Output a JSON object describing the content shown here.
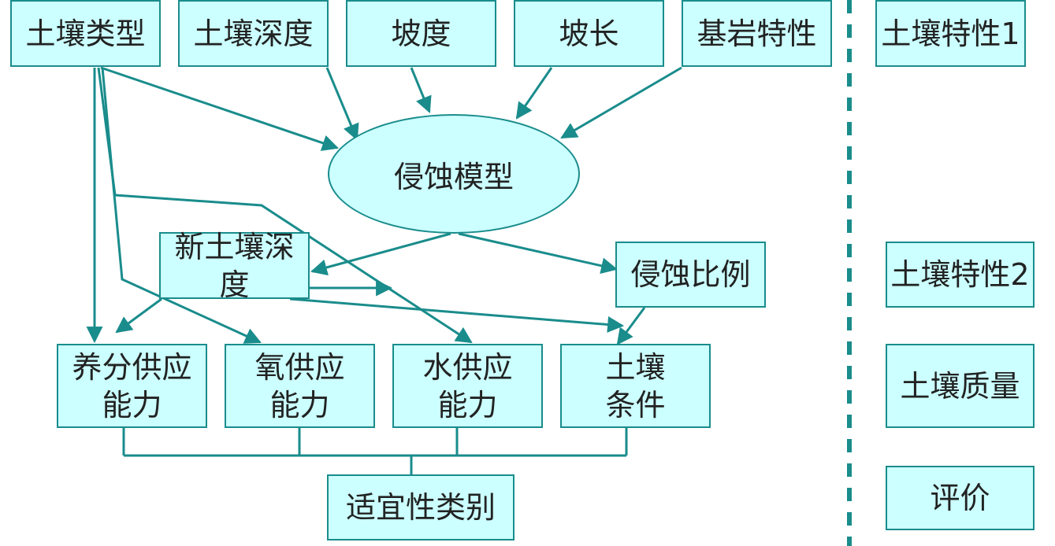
{
  "inputs": {
    "soil_type": "土壤类型",
    "soil_depth": "土壤深度",
    "slope": "坡度",
    "slope_length": "坡长",
    "bedrock": "基岩特性"
  },
  "model": {
    "erosion_model": "侵蚀模型"
  },
  "intermediate": {
    "new_soil_depth": "新土壤深度",
    "erosion_ratio": "侵蚀比例"
  },
  "capacities": {
    "nutrient": "养分供应\n能力",
    "oxygen": "氧供应\n能力",
    "water": "水供应\n能力",
    "soil_condition": "土壤\n条件"
  },
  "output": {
    "suitability": "适宜性类别"
  },
  "legend": {
    "soil_char_1": "土壤特性1",
    "soil_char_2": "土壤特性2",
    "soil_quality": "土壤质量",
    "evaluation": "评价"
  },
  "colors": {
    "box_fill": "#ccffff",
    "line": "#1a8c8c"
  }
}
